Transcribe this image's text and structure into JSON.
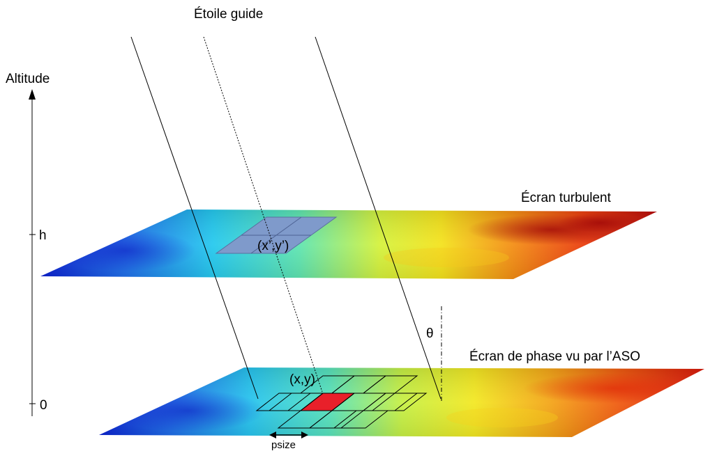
{
  "labels": {
    "guide_star": "Étoile guide",
    "altitude": "Altitude",
    "tick_h": "h",
    "tick_0": "0",
    "turbulent_screen": "Écran turbulent",
    "phase_screen": "Écran de phase vu par l’ASO",
    "theta": "θ",
    "xy_prime": "(x’,y’)",
    "xy": "(x,y)",
    "psize": "psize"
  },
  "colors": {
    "highlight_cell": "#e8202a",
    "projected_cells": "#7f9acb",
    "xy_label": "#d9302e",
    "line": "#000000"
  }
}
